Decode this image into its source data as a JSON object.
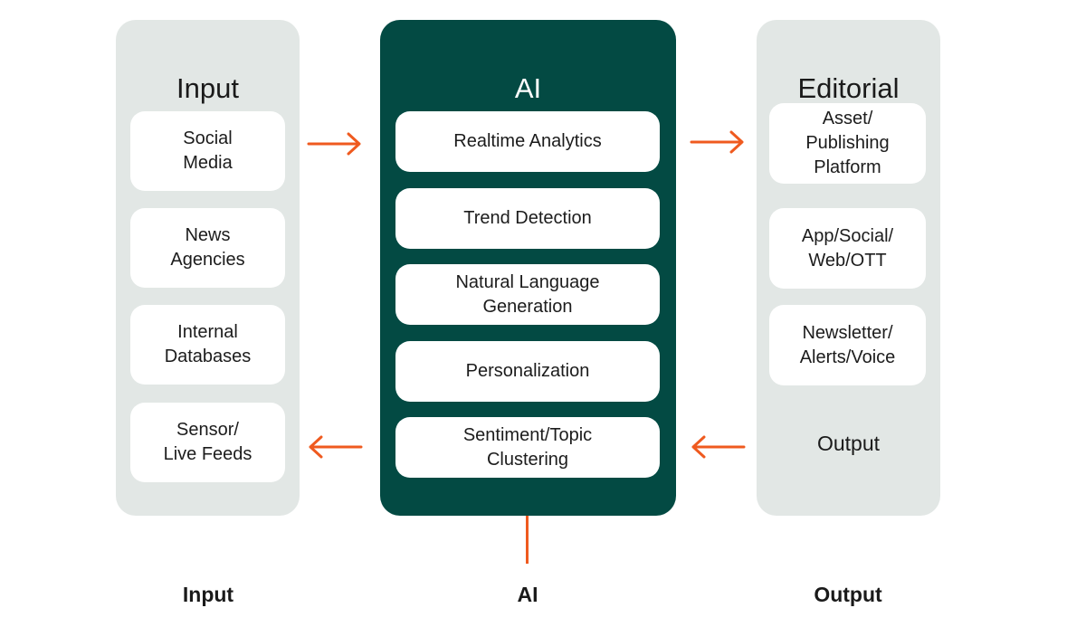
{
  "columns": {
    "input": {
      "title": "Input",
      "items": [
        "Social\nMedia",
        "News\nAgencies",
        "Internal\nDatabases",
        "Sensor/\nLive Feeds"
      ]
    },
    "ai": {
      "title": "AI",
      "items": [
        "Realtime Analytics",
        "Trend Detection",
        "Natural Language\nGeneration",
        "Personalization",
        "Sentiment/Topic\nClustering"
      ]
    },
    "editorial": {
      "title": "Editorial",
      "items": [
        "Asset/\nPublishing\nPlatform",
        "App/Social/\nWeb/OTT",
        "Newsletter/\nAlerts/Voice"
      ],
      "output_label": "Output"
    }
  },
  "footer": {
    "input": "Input",
    "ai": "AI",
    "output": "Output"
  },
  "colors": {
    "accent": "#ef5a1f",
    "ai_bg": "#034a43",
    "panel_bg": "#e2e7e5"
  }
}
